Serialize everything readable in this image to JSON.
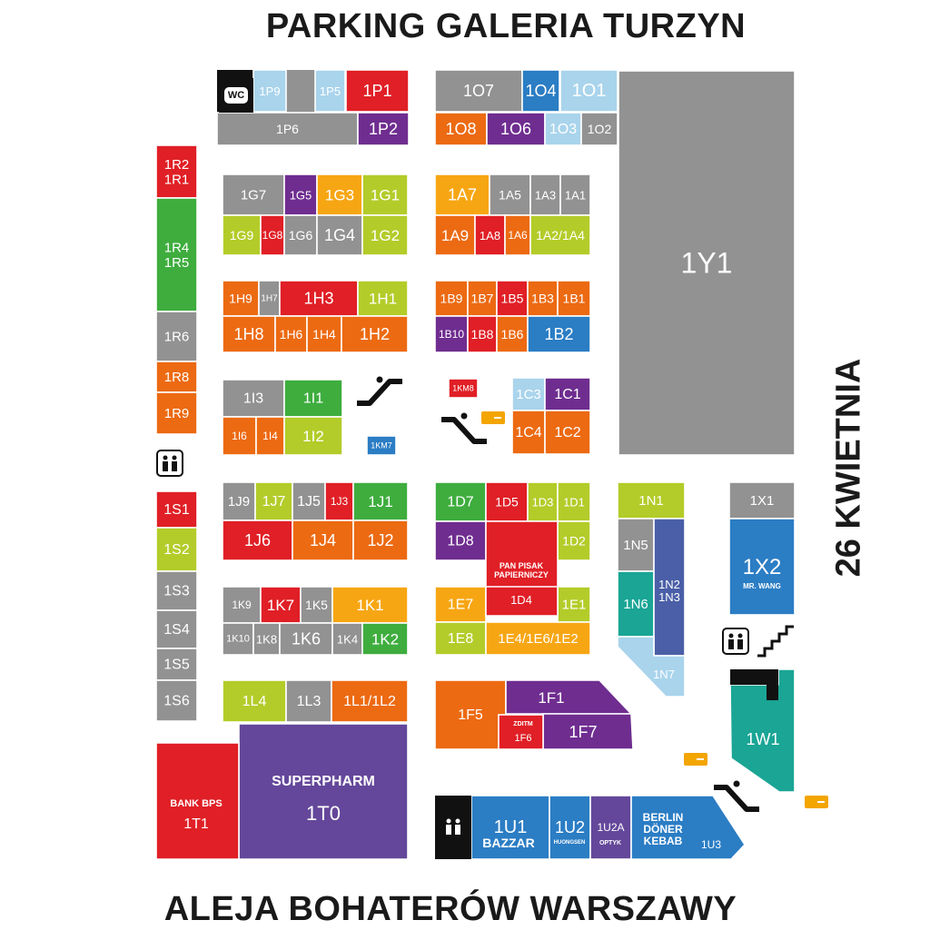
{
  "titles": {
    "top": "PARKING GALERIA TURZYN",
    "bottom": "ALEJA BOHATERÓW WARSZAWY",
    "right": "26 KWIETNIA"
  },
  "colors": {
    "red": "#e01f26",
    "orange": "#ec6a12",
    "yellow": "#f7a613",
    "lime": "#b3cc29",
    "green": "#3ead3e",
    "grey": "#929292",
    "lightblue": "#a9d4ec",
    "blue": "#2b7dc4",
    "purple": "#6f2d90",
    "indigo": "#64479a",
    "teal": "#1aa595",
    "navy": "#4a5fa7",
    "black": "#111111",
    "accent": "#f3a500"
  },
  "icons": {
    "wc": "WC",
    "restroom": "restroom-icon",
    "escalator": "escalator-icon",
    "stairs": "stairs-icon",
    "payment": "payment-card-icon"
  },
  "units": [
    {
      "label": "1P9",
      "color": "lightblue"
    },
    {
      "label": "1P5",
      "color": "lightblue"
    },
    {
      "label": "1P1",
      "color": "red"
    },
    {
      "label": "1P6",
      "color": "grey"
    },
    {
      "label": "1P2",
      "color": "purple"
    },
    {
      "label": "1O7",
      "color": "grey"
    },
    {
      "label": "1O4",
      "color": "blue"
    },
    {
      "label": "1O1",
      "color": "lightblue"
    },
    {
      "label": "1O8",
      "color": "orange"
    },
    {
      "label": "1O6",
      "color": "purple"
    },
    {
      "label": "1O3",
      "color": "lightblue"
    },
    {
      "label": "1O2",
      "color": "grey"
    },
    {
      "label": "1R2\n1R1",
      "color": "red"
    },
    {
      "label": "1R4\n1R5",
      "color": "green"
    },
    {
      "label": "1R6",
      "color": "grey"
    },
    {
      "label": "1R8",
      "color": "orange"
    },
    {
      "label": "1R9",
      "color": "orange"
    },
    {
      "label": "1G7",
      "color": "grey"
    },
    {
      "label": "1G5",
      "color": "purple"
    },
    {
      "label": "1G3",
      "color": "yellow"
    },
    {
      "label": "1G1",
      "color": "lime"
    },
    {
      "label": "1G9",
      "color": "lime"
    },
    {
      "label": "1G8",
      "color": "red"
    },
    {
      "label": "1G6",
      "color": "grey"
    },
    {
      "label": "1G4",
      "color": "grey"
    },
    {
      "label": "1G2",
      "color": "lime"
    },
    {
      "label": "1A7",
      "color": "yellow"
    },
    {
      "label": "1A5",
      "color": "grey"
    },
    {
      "label": "1A3",
      "color": "grey"
    },
    {
      "label": "1A1",
      "color": "grey"
    },
    {
      "label": "1A9",
      "color": "orange"
    },
    {
      "label": "1A8",
      "color": "red"
    },
    {
      "label": "1A6",
      "color": "orange"
    },
    {
      "label": "1A2/1A4",
      "color": "lime"
    },
    {
      "label": "1H9",
      "color": "orange"
    },
    {
      "label": "1H7",
      "color": "grey"
    },
    {
      "label": "1H3",
      "color": "red"
    },
    {
      "label": "1H1",
      "color": "lime"
    },
    {
      "label": "1H8",
      "color": "orange"
    },
    {
      "label": "1H6",
      "color": "orange"
    },
    {
      "label": "1H4",
      "color": "orange"
    },
    {
      "label": "1H2",
      "color": "orange"
    },
    {
      "label": "1B9",
      "color": "orange"
    },
    {
      "label": "1B7",
      "color": "orange"
    },
    {
      "label": "1B5",
      "color": "red"
    },
    {
      "label": "1B3",
      "color": "orange"
    },
    {
      "label": "1B1",
      "color": "orange"
    },
    {
      "label": "1B10",
      "color": "purple"
    },
    {
      "label": "1B8",
      "color": "red"
    },
    {
      "label": "1B6",
      "color": "orange"
    },
    {
      "label": "1B2",
      "color": "blue"
    },
    {
      "label": "1Y1",
      "color": "grey"
    },
    {
      "label": "1I3",
      "color": "grey"
    },
    {
      "label": "1I1",
      "color": "green"
    },
    {
      "label": "1I6",
      "color": "orange"
    },
    {
      "label": "1I4",
      "color": "orange"
    },
    {
      "label": "1I2",
      "color": "lime"
    },
    {
      "label": "1KM8",
      "color": "red"
    },
    {
      "label": "1KM7",
      "color": "blue"
    },
    {
      "label": "1C3",
      "color": "lightblue"
    },
    {
      "label": "1C1",
      "color": "purple"
    },
    {
      "label": "1C4",
      "color": "orange"
    },
    {
      "label": "1C2",
      "color": "orange"
    },
    {
      "label": "1J9",
      "color": "grey"
    },
    {
      "label": "1J7",
      "color": "lime"
    },
    {
      "label": "1J5",
      "color": "grey"
    },
    {
      "label": "1J3",
      "color": "red"
    },
    {
      "label": "1J1",
      "color": "green"
    },
    {
      "label": "1J6",
      "color": "red"
    },
    {
      "label": "1J4",
      "color": "orange"
    },
    {
      "label": "1J2",
      "color": "orange"
    },
    {
      "label": "1D7",
      "color": "green"
    },
    {
      "label": "1D5",
      "color": "red"
    },
    {
      "label": "1D3",
      "color": "lime"
    },
    {
      "label": "1D1",
      "color": "lime"
    },
    {
      "label": "1D8",
      "color": "purple"
    },
    {
      "label": "1D2",
      "color": "lime"
    },
    {
      "label": "PAN PISAK\nPAPIERNICZY",
      "color": "red"
    },
    {
      "label": "1D4",
      "color": "red"
    },
    {
      "label": "1E7",
      "color": "yellow"
    },
    {
      "label": "1E1",
      "color": "lime"
    },
    {
      "label": "1E8",
      "color": "lime"
    },
    {
      "label": "1E4/1E6/1E2",
      "color": "yellow"
    },
    {
      "label": "1K9",
      "color": "grey"
    },
    {
      "label": "1K7",
      "color": "red"
    },
    {
      "label": "1K5",
      "color": "grey"
    },
    {
      "label": "1K1",
      "color": "yellow"
    },
    {
      "label": "1K10",
      "color": "grey"
    },
    {
      "label": "1K8",
      "color": "grey"
    },
    {
      "label": "1K6",
      "color": "grey"
    },
    {
      "label": "1K4",
      "color": "grey"
    },
    {
      "label": "1K2",
      "color": "green"
    },
    {
      "label": "1N1",
      "color": "lime"
    },
    {
      "label": "1N5",
      "color": "grey"
    },
    {
      "label": "1N2\n1N3",
      "color": "navy"
    },
    {
      "label": "1N6",
      "color": "teal"
    },
    {
      "label": "1N7",
      "color": "lightblue"
    },
    {
      "label": "1X1",
      "color": "grey"
    },
    {
      "label": "1X2",
      "color": "blue"
    },
    {
      "label": "MR. WANG",
      "color": "blue"
    },
    {
      "label": "1S1",
      "color": "red"
    },
    {
      "label": "1S2",
      "color": "lime"
    },
    {
      "label": "1S3",
      "color": "grey"
    },
    {
      "label": "1S4",
      "color": "grey"
    },
    {
      "label": "1S5",
      "color": "grey"
    },
    {
      "label": "1S6",
      "color": "grey"
    },
    {
      "label": "1L4",
      "color": "lime"
    },
    {
      "label": "1L3",
      "color": "grey"
    },
    {
      "label": "1L1/1L2",
      "color": "orange"
    },
    {
      "label": "1F5",
      "color": "orange"
    },
    {
      "label": "1F1",
      "color": "purple"
    },
    {
      "label": "ZDITM",
      "color": "red"
    },
    {
      "label": "1F6",
      "color": "red"
    },
    {
      "label": "1F7",
      "color": "purple"
    },
    {
      "label": "BANK BPS",
      "color": "red"
    },
    {
      "label": "1T1",
      "color": "red"
    },
    {
      "label": "SUPERPHARM",
      "color": "indigo"
    },
    {
      "label": "1T0",
      "color": "indigo"
    },
    {
      "label": "1U1",
      "color": "blue"
    },
    {
      "label": "BAZZAR",
      "color": "blue"
    },
    {
      "label": "1U2",
      "color": "blue"
    },
    {
      "label": "HUONGSEN",
      "color": "blue"
    },
    {
      "label": "1U2A",
      "color": "indigo"
    },
    {
      "label": "OPTYK",
      "color": "indigo"
    },
    {
      "label": "BERLIN\nDÖNER\nKEBAB",
      "color": "blue"
    },
    {
      "label": "1U3",
      "color": "blue"
    },
    {
      "label": "1W1",
      "color": "teal"
    }
  ]
}
